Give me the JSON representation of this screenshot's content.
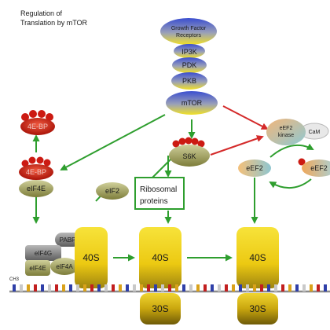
{
  "title": {
    "line1": "Regulation of",
    "line2": "Translation by mTOR"
  },
  "cascade": {
    "receptor_line1": "Growth Factor",
    "receptor_line2": "Receptors",
    "pi3k": "IP3K",
    "pdk": "PDK",
    "pkb": "PKB",
    "mtor": "mTOR"
  },
  "nodes": {
    "fourebp_free": "4E-BP",
    "fourebp_bound": "4E-BP",
    "eif4e_top": "eIF4E",
    "s6k": "S6K",
    "eif2": "eIF2",
    "ribosomal_line1": "Ribosomal",
    "ribosomal_line2": "proteins",
    "eef2k_line1": "eEF2",
    "eef2k_line2": "kinase",
    "cam": "CaM",
    "eef2_left": "eEF2",
    "eef2_right": "eEF2"
  },
  "complex": {
    "pabp": "PABP",
    "eif4g": "eIF4G",
    "eif4e": "eIF4E",
    "eif4a": "eIF4A",
    "cap": "CH3"
  },
  "ribosomes": {
    "small_1": "40S",
    "small_2": "40S",
    "small_3": "40S",
    "large_2": "30S",
    "large_3": "30S"
  },
  "colors": {
    "purple_blue": "#3d4fc6",
    "phospho_red": "#cc1a12",
    "arrow_green": "#2e9e2e",
    "arrow_red": "#d42a2a",
    "ribosome_yellow": "#f2d21a",
    "mrna_line": "#8c8c8c"
  }
}
